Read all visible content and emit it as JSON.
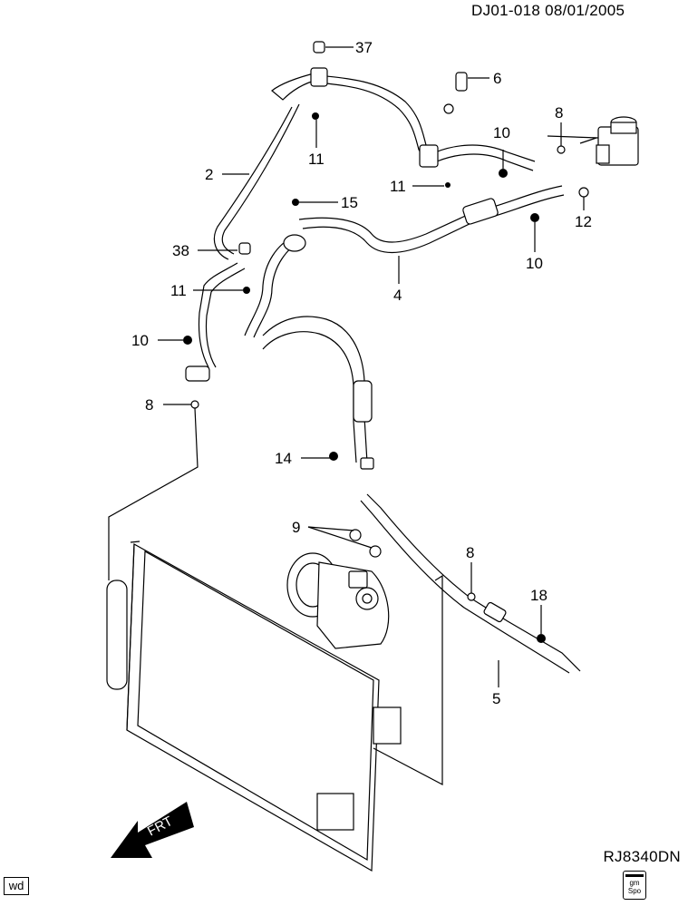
{
  "header": {
    "code": "DJ01-018  08/01/2005"
  },
  "footer": {
    "drawing_code": "RJ8340DN",
    "wd_tag": "wd",
    "logo_text": "gm\nSpo"
  },
  "arrow_label": "FRT",
  "callouts": {
    "c37": "37",
    "c6": "6",
    "c11a": "11",
    "c10a": "10",
    "c8a": "8",
    "c2": "2",
    "c11b": "11",
    "c15": "15",
    "c12": "12",
    "c38": "38",
    "c10b": "10",
    "c4": "4",
    "c11c": "11",
    "c10c": "10",
    "c8b": "8",
    "c14": "14",
    "c9": "9",
    "c8c": "8",
    "c18": "18",
    "c5": "5"
  }
}
